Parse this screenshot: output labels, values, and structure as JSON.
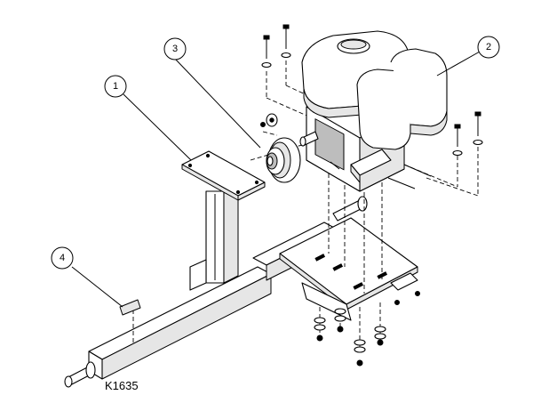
{
  "diagram": {
    "callouts": [
      {
        "id": "1",
        "label": "1"
      },
      {
        "id": "2",
        "label": "2"
      },
      {
        "id": "3",
        "label": "3"
      },
      {
        "id": "4",
        "label": "4"
      }
    ],
    "part_code": "K1635",
    "colors": {
      "line": "#000000",
      "background": "#ffffff",
      "shade": "#e6e6e6"
    }
  }
}
